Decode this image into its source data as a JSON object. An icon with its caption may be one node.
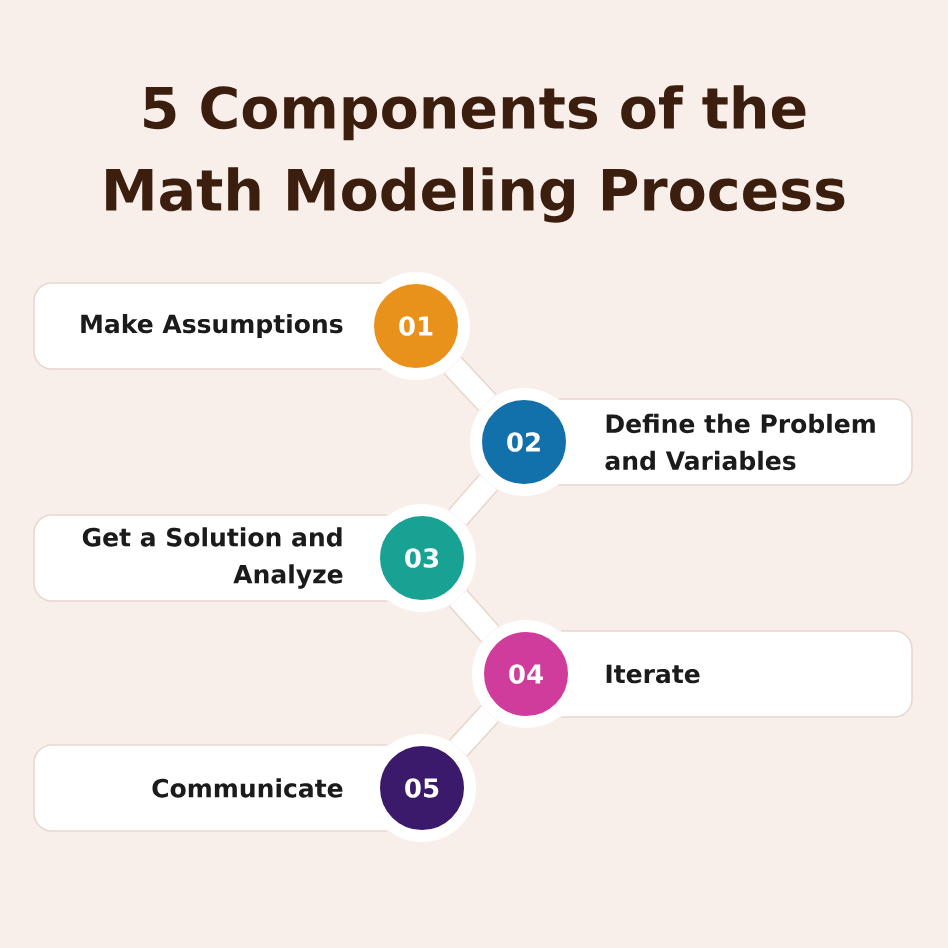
{
  "diagram": {
    "title": "5 Components of the Math Modeling Process",
    "nodes": [
      {
        "text": [
          "Make Assumptions"
        ]
      },
      {
        "text": [
          "01"
        ]
      },
      {
        "text": [
          "02"
        ]
      },
      {
        "text": [
          "Define the Problem and Variables"
        ]
      },
      {
        "text": [
          "Get a Solution and Analyze"
        ]
      },
      {
        "text": [
          "03"
        ]
      },
      {
        "text": [
          "04"
        ]
      },
      {
        "text": [
          "Iterate"
        ]
      },
      {
        "text": [
          "Communicate"
        ]
      },
      {
        "text": [
          "05"
        ]
      }
    ],
    "edges": [
      {
        "from": 1,
        "to": 2,
        "arrow": "none"
      },
      {
        "from": 2,
        "to": 5,
        "arrow": "none"
      },
      {
        "from": 5,
        "to": 6,
        "arrow": "none"
      },
      {
        "from": 6,
        "to": 9,
        "arrow": "none"
      }
    ]
  }
}
